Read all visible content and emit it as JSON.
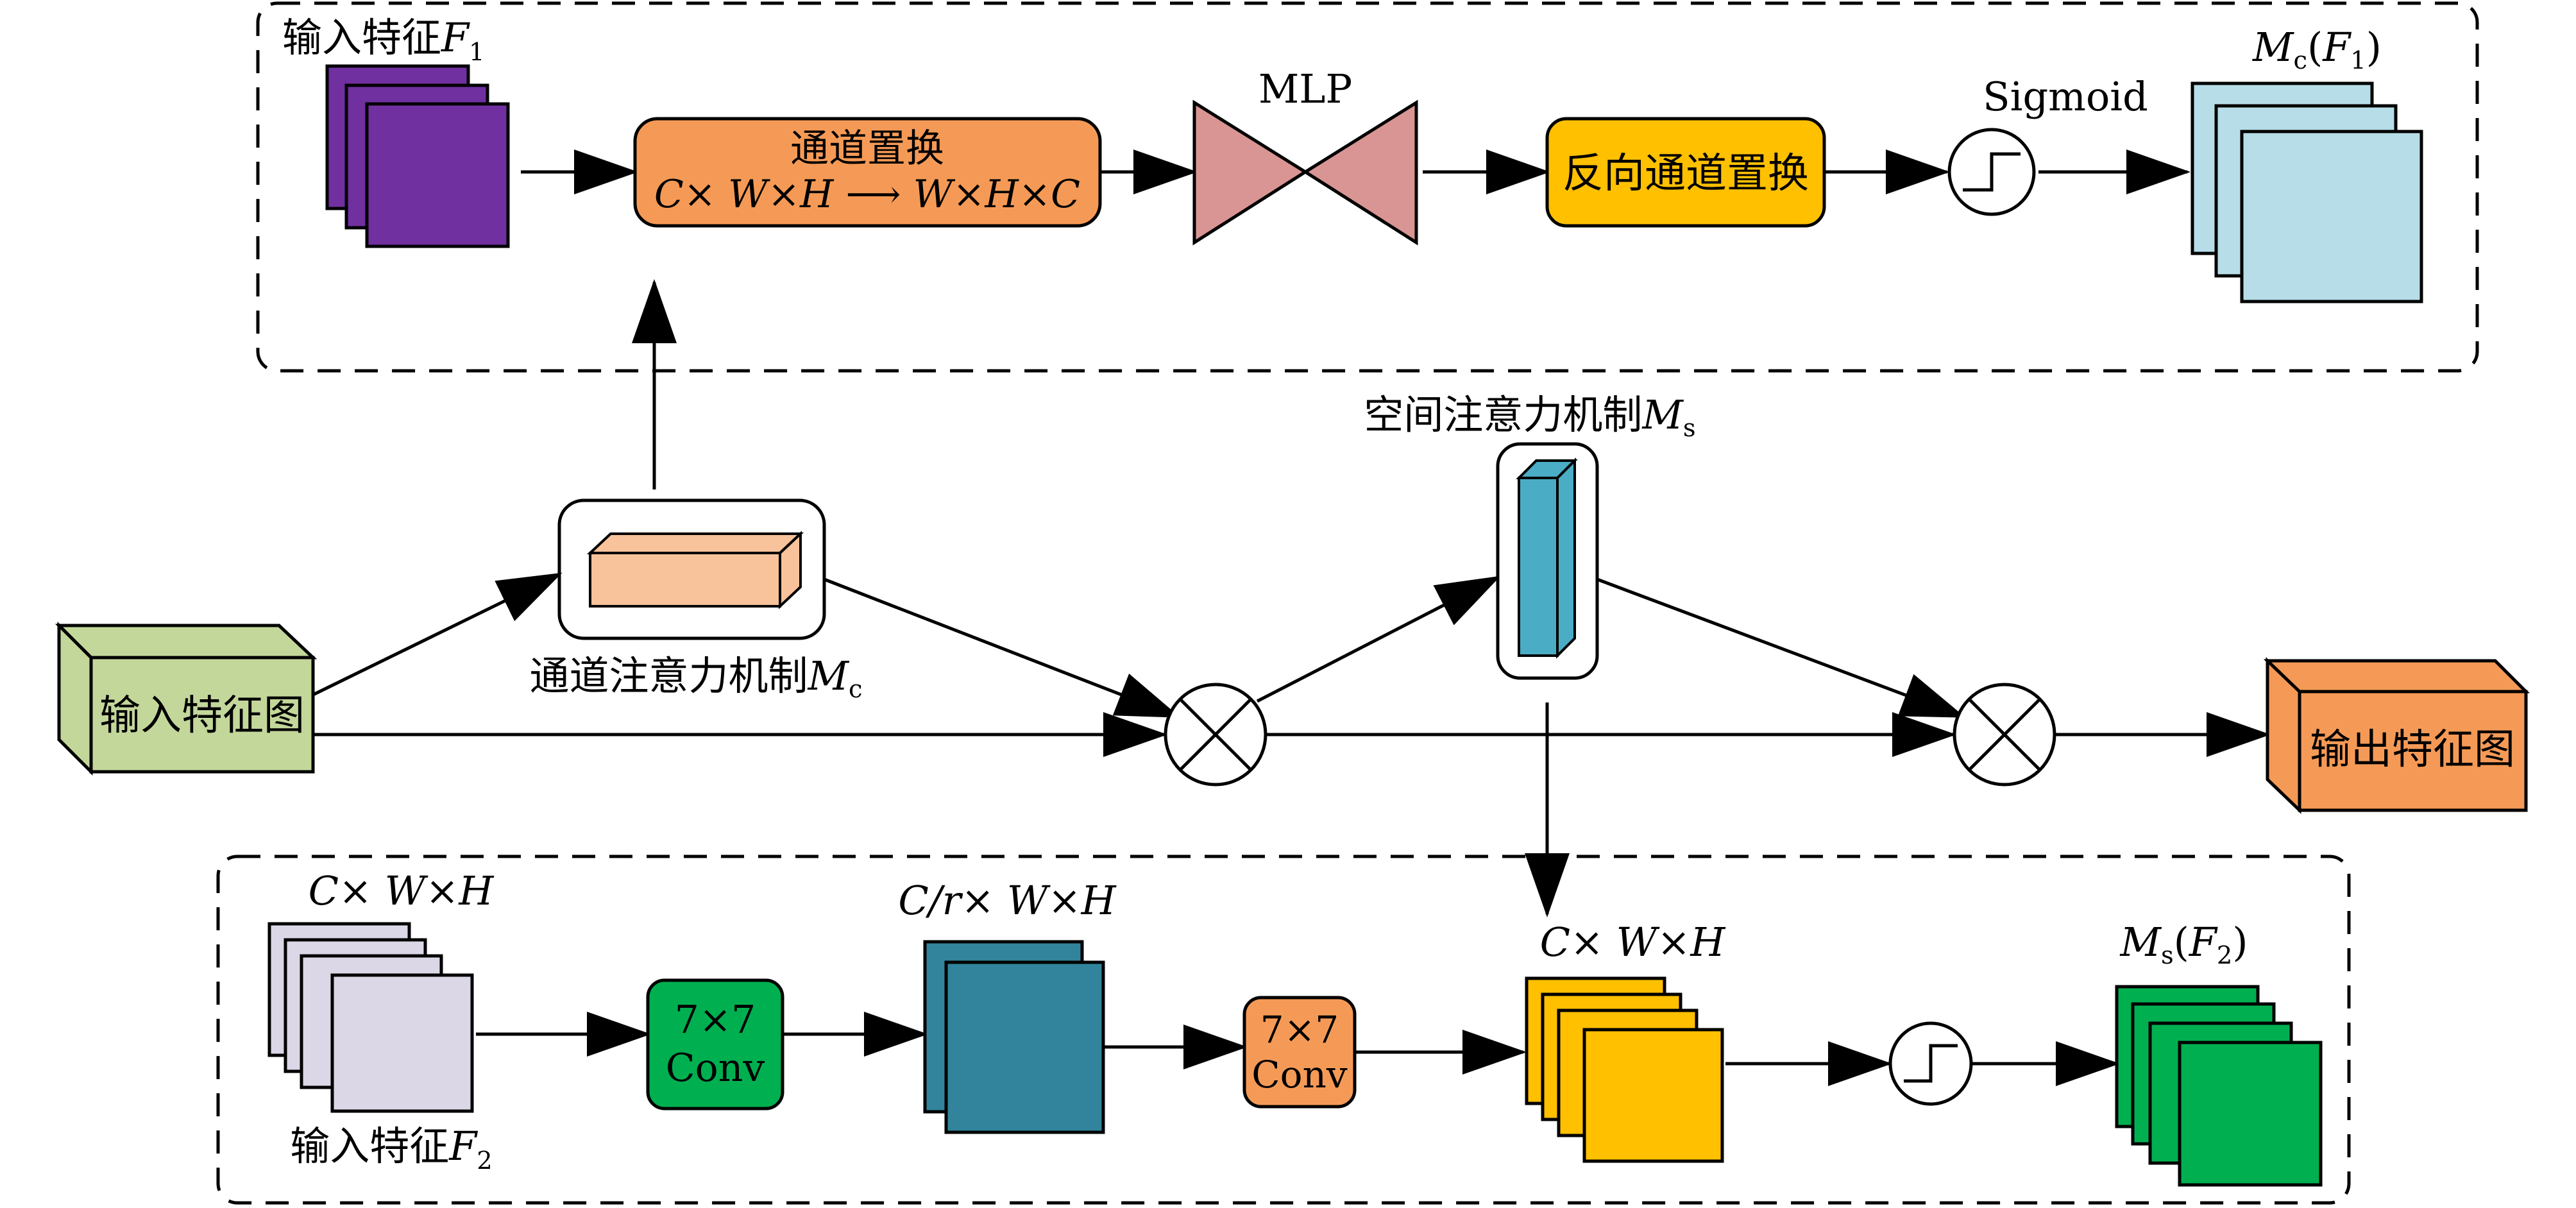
{
  "channel_branch": {
    "input_label": "输入特征",
    "input_symbol": "F",
    "input_index": "1",
    "permute_title": "通道置换",
    "permute_formula": "C× W×H ⟶ W×H×C",
    "mlp_label": "MLP",
    "inverse_permute": "反向通道置换",
    "sigmoid_label": "Sigmoid",
    "output_symbol": "M",
    "output_sub": "c",
    "output_arg": "F",
    "output_arg_index": "1"
  },
  "middle": {
    "input_map_label": "输入特征图",
    "channel_attention_label": "通道注意力机制",
    "channel_attention_symbol": "M",
    "channel_attention_sub": "c",
    "spatial_attention_label": "空间注意力机制",
    "spatial_attention_symbol": "M",
    "spatial_attention_sub": "s",
    "output_map_label": "输出特征图"
  },
  "spatial_branch": {
    "input_dims": "C× W×H",
    "input_label": "输入特征",
    "input_symbol": "F",
    "input_index": "2",
    "conv1_kernel": "7×7",
    "conv1_label": "Conv",
    "reduced_dims": "C/r× W×H",
    "conv2_kernel": "7×7",
    "conv2_label": "Conv",
    "output_dims": "C× W×H",
    "output_symbol": "M",
    "output_sub": "s",
    "output_arg": "F",
    "output_arg_index": "2"
  },
  "colors": {
    "purple": "#7030a0",
    "orange": "#f59a56",
    "orange_light": "#f8c39a",
    "mlp_pink": "#d99594",
    "yellow_gold": "#ffc000",
    "light_blue": "#b7dee8",
    "green_light": "#c4d79b",
    "teal_blue": "#4bacc6",
    "lavender": "#dcd7e6",
    "green": "#00b050",
    "dark_teal": "#31849b",
    "output_orange": "#f59a56"
  }
}
